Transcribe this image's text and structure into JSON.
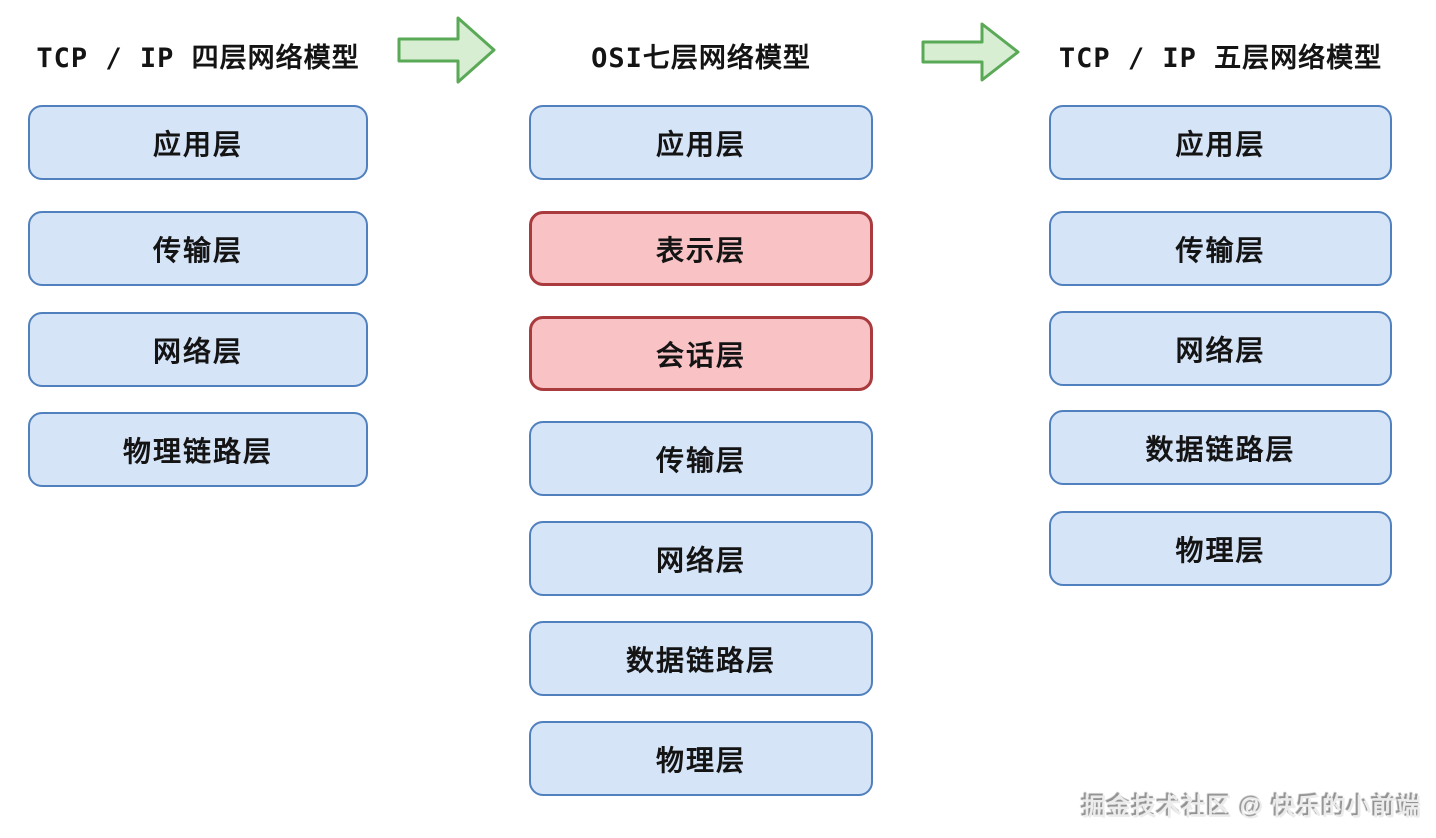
{
  "palette": {
    "background": "#ffffff",
    "box_blue_fill": "#d6e4f8",
    "box_blue_border": "#5080bd",
    "box_red_fill": "#f9c3c5",
    "box_red_border": "#a93a3e",
    "arrow_fill": "#d8eed3",
    "arrow_border": "#5aa957",
    "text_color": "#141414"
  },
  "columns": [
    {
      "title": "TCP / IP 四层网络模型",
      "layers": [
        {
          "label": "应用层",
          "color": "blue"
        },
        {
          "label": "传输层",
          "color": "blue"
        },
        {
          "label": "网络层",
          "color": "blue"
        },
        {
          "label": "物理链路层",
          "color": "blue"
        }
      ]
    },
    {
      "title": "OSI七层网络模型",
      "layers": [
        {
          "label": "应用层",
          "color": "blue"
        },
        {
          "label": "表示层",
          "color": "red"
        },
        {
          "label": "会话层",
          "color": "red"
        },
        {
          "label": "传输层",
          "color": "blue"
        },
        {
          "label": "网络层",
          "color": "blue"
        },
        {
          "label": "数据链路层",
          "color": "blue"
        },
        {
          "label": "物理层",
          "color": "blue"
        }
      ]
    },
    {
      "title": "TCP / IP 五层网络模型",
      "layers": [
        {
          "label": "应用层",
          "color": "blue"
        },
        {
          "label": "传输层",
          "color": "blue"
        },
        {
          "label": "网络层",
          "color": "blue"
        },
        {
          "label": "数据链路层",
          "color": "blue"
        },
        {
          "label": "物理层",
          "color": "blue"
        }
      ]
    }
  ],
  "arrows": [
    {
      "icon": "right-arrow"
    },
    {
      "icon": "right-arrow"
    }
  ],
  "watermark": "掘金技术社区 @ 快乐的小前端"
}
